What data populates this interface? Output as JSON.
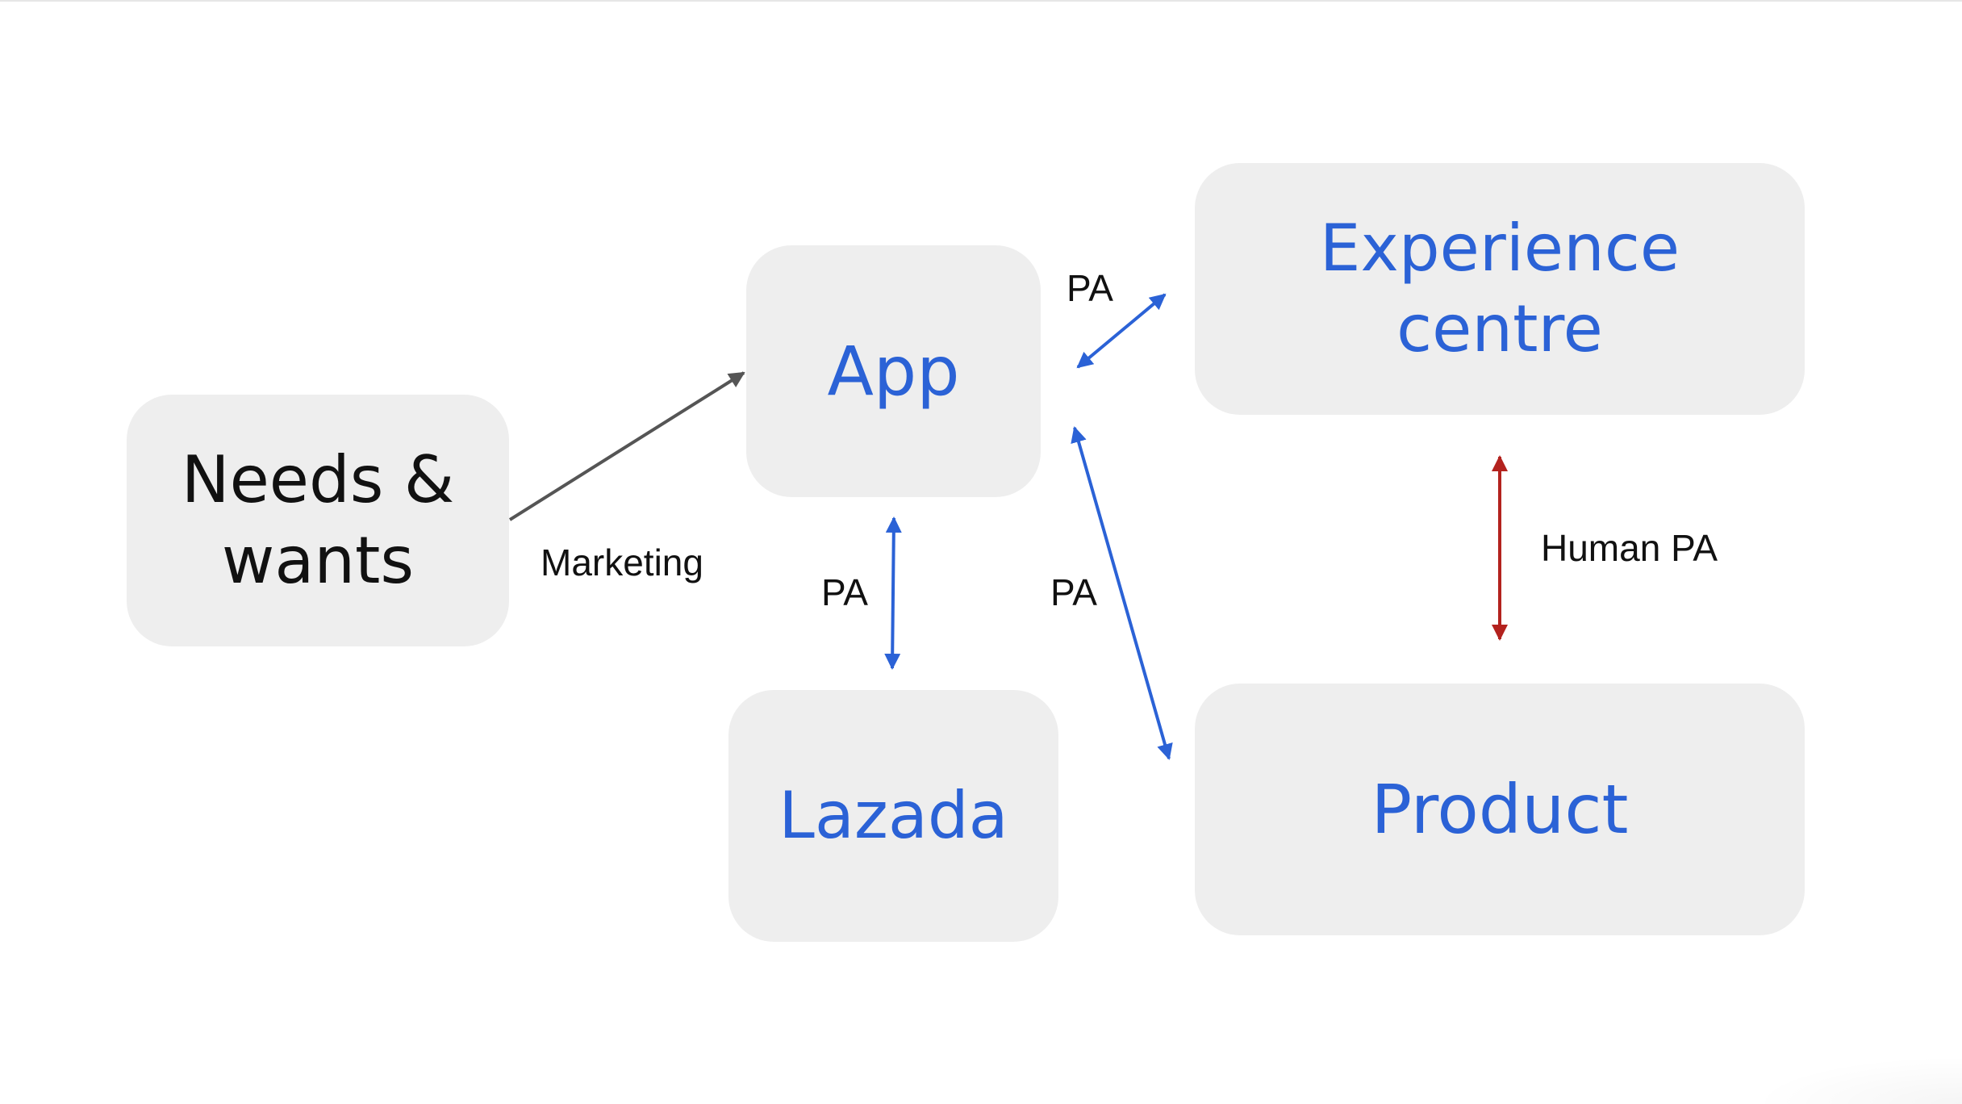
{
  "diagram": {
    "nodes": {
      "needs": {
        "label": "Needs &\nwants"
      },
      "app": {
        "label": "App"
      },
      "experience": {
        "label": "Experience\ncentre"
      },
      "lazada": {
        "label": "Lazada"
      },
      "product": {
        "label": "Product"
      }
    },
    "edges": {
      "marketing": {
        "label": "Marketing",
        "from": "Needs & wants",
        "to": "App",
        "direction": "one-way",
        "color": "#555555"
      },
      "app_experience": {
        "label": "PA",
        "from": "App",
        "to": "Experience centre",
        "direction": "two-way",
        "color": "#2b62d6"
      },
      "app_lazada": {
        "label": "PA",
        "from": "App",
        "to": "Lazada",
        "direction": "two-way",
        "color": "#2b62d6"
      },
      "app_product": {
        "label": "PA",
        "from": "App",
        "to": "Product",
        "direction": "two-way",
        "color": "#2b62d6"
      },
      "experience_product": {
        "label": "Human PA",
        "from": "Experience centre",
        "to": "Product",
        "direction": "two-way",
        "color": "#b3221e"
      }
    },
    "colors": {
      "box_fill": "#eeeeee",
      "accent_blue": "#2b62d6",
      "accent_red": "#b3221e",
      "arrow_gray": "#555555"
    }
  }
}
